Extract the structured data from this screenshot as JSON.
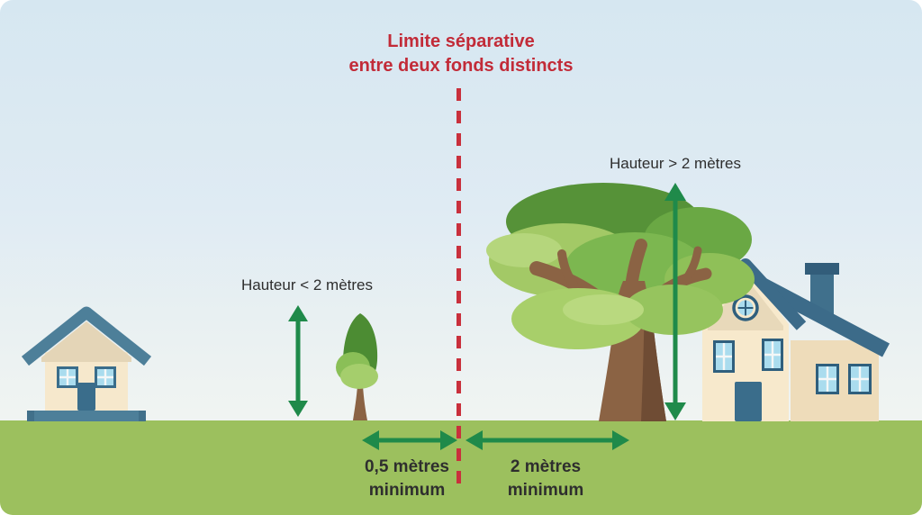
{
  "title": {
    "line1": "Limite séparative",
    "line2": "entre deux fonds distincts"
  },
  "annotations": {
    "small_tree_height": "Hauteur < 2 mètres",
    "large_tree_height": "Hauteur > 2 mètres",
    "left_distance": {
      "value": "0,5 mètres",
      "qualifier": "minimum"
    },
    "right_distance": {
      "value": "2 mètres",
      "qualifier": "minimum"
    }
  },
  "scene": {
    "boundary_icon": "dashed-boundary-line-icon",
    "left_house_icon": "small-house-icon",
    "small_tree_icon": "small-tree-icon",
    "large_tree_icon": "large-tree-icon",
    "right_house_icon": "large-house-icon",
    "arrow_icons": [
      "double-arrow-vertical-icon",
      "double-arrow-horizontal-icon"
    ]
  },
  "colors": {
    "title_red": "#c22b38",
    "boundary_red": "#c9303c",
    "arrow_green": "#1f8a4a",
    "grass_green": "#9cc05e",
    "sky_top": "#d6e7f1",
    "sky_bottom": "#f6f7f2",
    "house_wall_cream": "#f6e8cc",
    "house_roof_teal": "#4d7f99",
    "tree_trunk_brown": "#8b6344",
    "tree_leaf_dark": "#569238",
    "tree_leaf_light": "#a8cf6a",
    "label_text": "#2e2e2e"
  }
}
